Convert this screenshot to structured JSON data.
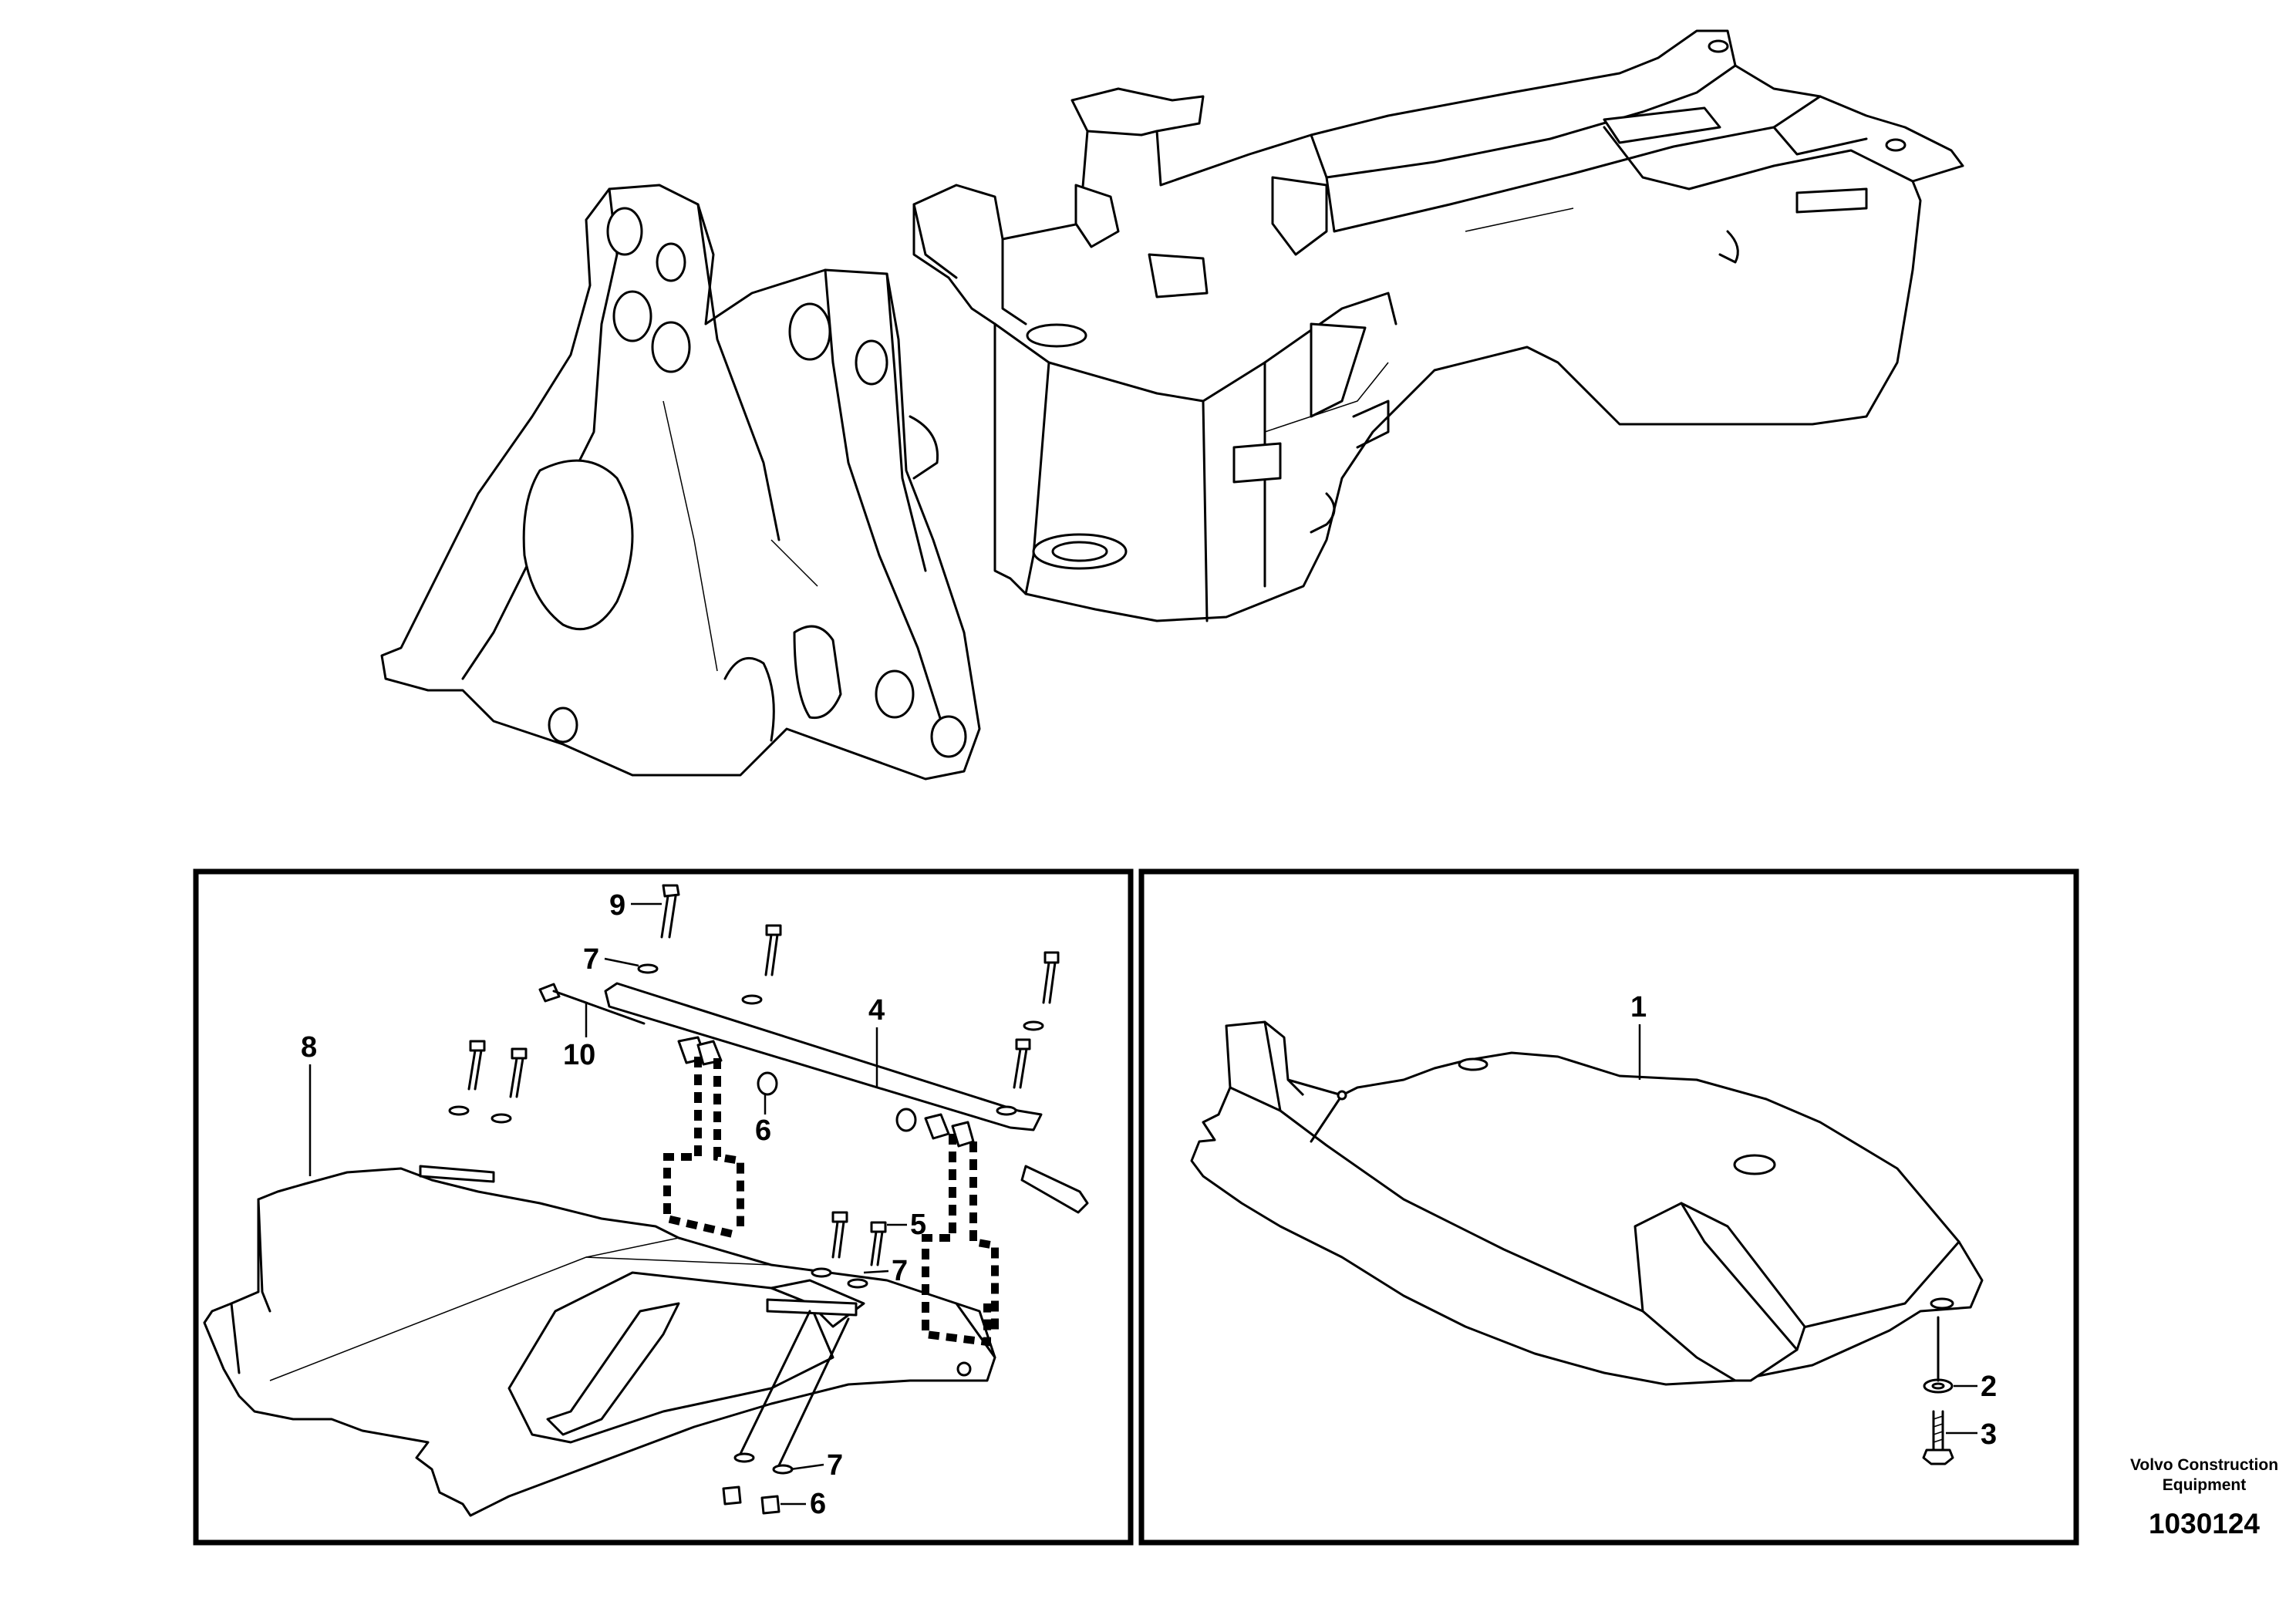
{
  "callouts": {
    "c1": "1",
    "c2": "2",
    "c3": "3",
    "c4": "4",
    "c5": "5",
    "c6a": "6",
    "c6b": "6",
    "c7a": "7",
    "c7b": "7",
    "c7c": "7",
    "c8": "8",
    "c9": "9",
    "c10": "10"
  },
  "footer": {
    "brand_line1": "Volvo Construction",
    "brand_line2": "Equipment",
    "doc_number": "1030124"
  }
}
